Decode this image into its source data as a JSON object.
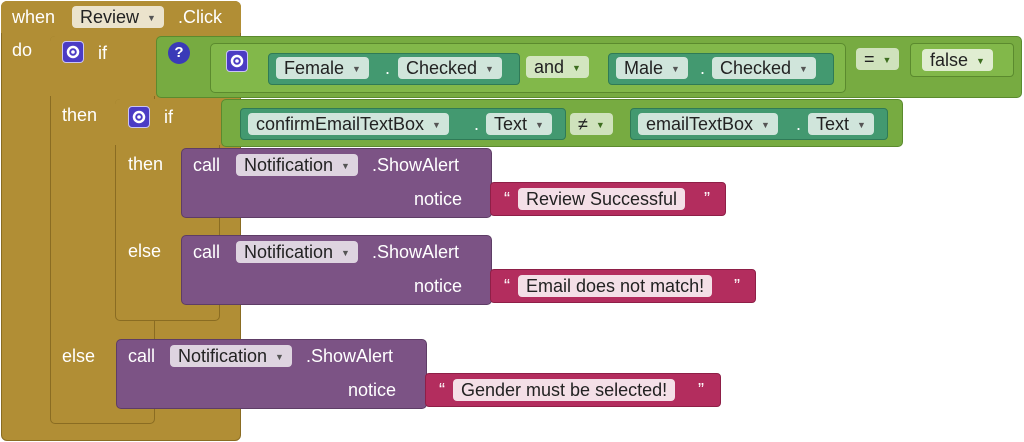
{
  "event": {
    "when_label": "when",
    "component": "Review",
    "event_name": ".Click",
    "do_label": "do"
  },
  "outer_if": {
    "if_label": "if",
    "then_label": "then",
    "else_label": "else",
    "condition": {
      "left_and": {
        "left": {
          "component": "Female",
          "property": "Checked"
        },
        "op": "and",
        "right": {
          "component": "Male",
          "property": "Checked"
        },
        "dot": "."
      },
      "compare_op": "=",
      "right_value": "false"
    }
  },
  "inner_if": {
    "if_label": "if",
    "then_label": "then",
    "else_label": "else",
    "condition": {
      "left": {
        "component": "confirmEmailTextBox",
        "property": "Text"
      },
      "op": "≠",
      "right": {
        "component": "emailTextBox",
        "property": "Text"
      },
      "dot": "."
    }
  },
  "calls": [
    {
      "call_label": "call",
      "component": "Notification",
      "method": ".ShowAlert",
      "arg_label": "notice",
      "text": "Review Successful"
    },
    {
      "call_label": "call",
      "component": "Notification",
      "method": ".ShowAlert",
      "arg_label": "notice",
      "text": "Email does not match!"
    },
    {
      "call_label": "call",
      "component": "Notification",
      "method": ".ShowAlert",
      "arg_label": "notice",
      "text": "Gender must be selected!"
    }
  ],
  "quote_open": "“",
  "quote_close": "”",
  "colors": {
    "control": "#b18e35",
    "logic": "#77ab41",
    "compare": "#439970",
    "procedure": "#7c5385",
    "text": "#b32d5e"
  }
}
